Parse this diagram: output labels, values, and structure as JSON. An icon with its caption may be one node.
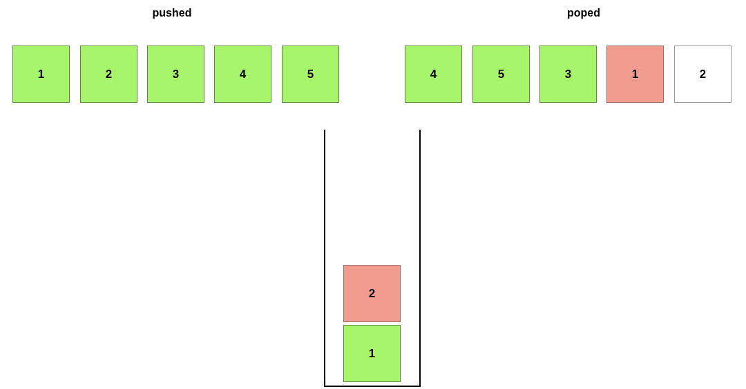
{
  "diagram": {
    "nodes": [
      {
        "text": [
          "1"
        ]
      },
      {
        "text": [
          "2"
        ]
      },
      {
        "text": [
          "3"
        ]
      },
      {
        "text": [
          "4"
        ]
      },
      {
        "text": [
          "5"
        ]
      },
      {
        "text": [
          "4"
        ]
      },
      {
        "text": [
          "5"
        ]
      },
      {
        "text": [
          "3"
        ]
      },
      {
        "text": [
          "1"
        ]
      },
      {
        "text": [
          "2"
        ]
      },
      {
        "text": [],
        "shape": "box"
      },
      {
        "text": [
          "2"
        ],
        "in": 10
      },
      {
        "text": [
          "1"
        ],
        "in": 10
      }
    ],
    "labels": [
      "pushed",
      "poped"
    ]
  }
}
